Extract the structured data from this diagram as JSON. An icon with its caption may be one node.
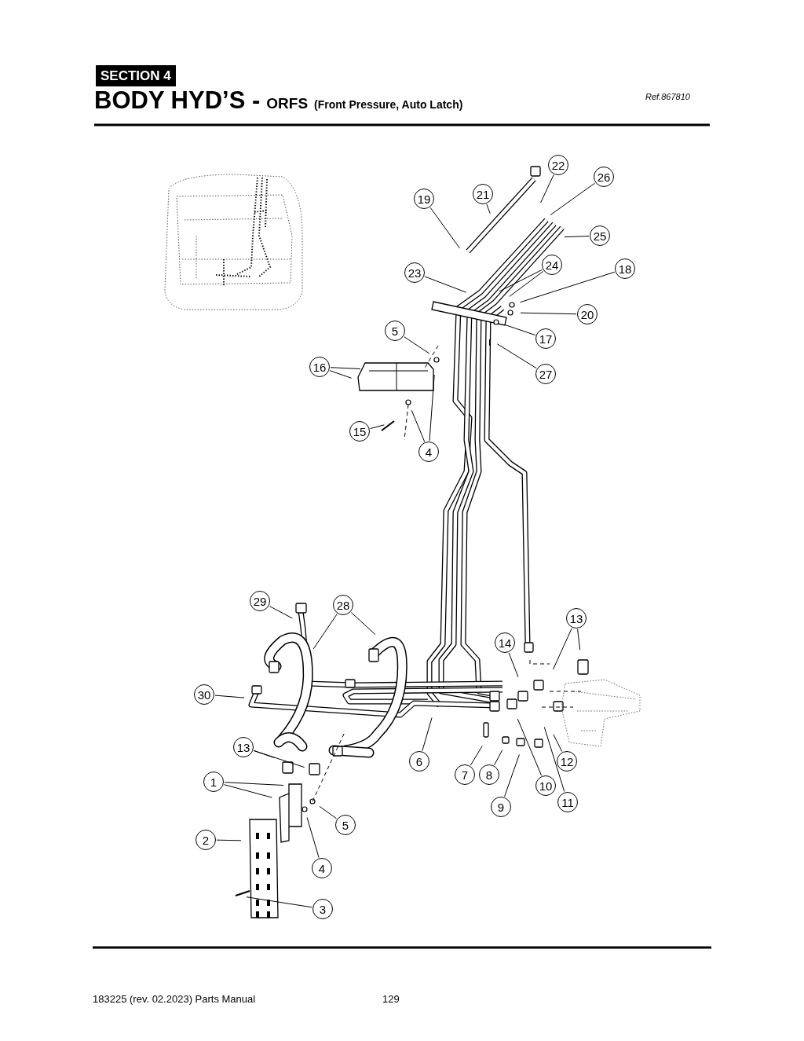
{
  "diagram": {
    "title": "BODY HYD’S -",
    "nodes": [
      {
        "text": [
          "22"
        ]
      },
      {
        "text": [
          "26"
        ]
      },
      {
        "text": [
          "21"
        ]
      },
      {
        "text": [
          "19"
        ]
      },
      {
        "text": [
          "25"
        ]
      },
      {
        "text": [
          "24"
        ]
      },
      {
        "text": [
          "18"
        ]
      },
      {
        "text": [
          "23"
        ]
      },
      {
        "text": [
          "20"
        ]
      },
      {
        "text": [
          "5"
        ]
      },
      {
        "text": [
          "17"
        ]
      },
      {
        "text": [
          "16"
        ]
      },
      {
        "text": [
          "27"
        ]
      },
      {
        "text": [
          "15"
        ]
      },
      {
        "text": [
          "4"
        ]
      },
      {
        "text": [
          "29"
        ]
      },
      {
        "text": [
          "28"
        ]
      },
      {
        "text": [
          "13"
        ]
      },
      {
        "text": [
          "14"
        ]
      },
      {
        "text": [
          "30"
        ]
      },
      {
        "text": [
          "13"
        ]
      },
      {
        "text": [
          "6"
        ]
      },
      {
        "text": [
          "12"
        ]
      },
      {
        "text": [
          "7"
        ]
      },
      {
        "text": [
          "8"
        ]
      },
      {
        "text": [
          "1"
        ]
      },
      {
        "text": [
          "10"
        ]
      },
      {
        "text": [
          "11"
        ]
      },
      {
        "text": [
          "9"
        ]
      },
      {
        "text": [
          "5"
        ]
      },
      {
        "text": [
          "2"
        ]
      },
      {
        "text": [
          "4"
        ]
      },
      {
        "text": [
          "3"
        ]
      }
    ],
    "edges": [
      {
        "from": 0,
        "to": null,
        "arrow": "none"
      },
      {
        "from": 1,
        "to": null,
        "arrow": "none"
      },
      {
        "from": 2,
        "to": null,
        "arrow": "none"
      },
      {
        "from": 3,
        "to": null,
        "arrow": "none"
      },
      {
        "from": 4,
        "to": null,
        "arrow": "none"
      },
      {
        "from": 5,
        "to": null,
        "arrow": "none"
      },
      {
        "from": 5,
        "to": null,
        "arrow": "none"
      },
      {
        "from": 6,
        "to": null,
        "arrow": "none"
      },
      {
        "from": 7,
        "to": null,
        "arrow": "none"
      },
      {
        "from": 8,
        "to": null,
        "arrow": "none"
      },
      {
        "from": 9,
        "to": null,
        "arrow": "none"
      },
      {
        "from": 10,
        "to": null,
        "arrow": "none"
      },
      {
        "from": 11,
        "to": null,
        "arrow": "none"
      },
      {
        "from": 11,
        "to": null,
        "arrow": "none"
      },
      {
        "from": 12,
        "to": null,
        "arrow": "none"
      },
      {
        "from": 13,
        "to": null,
        "arrow": "none"
      },
      {
        "from": 14,
        "to": null,
        "arrow": "none"
      },
      {
        "from": 14,
        "to": null,
        "arrow": "none"
      },
      {
        "from": 15,
        "to": null,
        "arrow": "none"
      },
      {
        "from": 16,
        "to": null,
        "arrow": "none"
      },
      {
        "from": 16,
        "to": null,
        "arrow": "none"
      },
      {
        "from": 17,
        "to": null,
        "arrow": "none"
      },
      {
        "from": 17,
        "to": null,
        "arrow": "none"
      },
      {
        "from": 18,
        "to": null,
        "arrow": "none"
      },
      {
        "from": 19,
        "to": null,
        "arrow": "none"
      },
      {
        "from": 20,
        "to": null,
        "arrow": "none"
      },
      {
        "from": 20,
        "to": null,
        "arrow": "none"
      },
      {
        "from": 21,
        "to": null,
        "arrow": "none"
      },
      {
        "from": 22,
        "to": null,
        "arrow": "none"
      },
      {
        "from": 23,
        "to": null,
        "arrow": "none"
      },
      {
        "from": 24,
        "to": null,
        "arrow": "none"
      },
      {
        "from": 25,
        "to": null,
        "arrow": "none"
      },
      {
        "from": 25,
        "to": null,
        "arrow": "none"
      },
      {
        "from": 26,
        "to": null,
        "arrow": "none"
      },
      {
        "from": 27,
        "to": null,
        "arrow": "none"
      },
      {
        "from": 28,
        "to": null,
        "arrow": "none"
      },
      {
        "from": 29,
        "to": null,
        "arrow": "none"
      },
      {
        "from": 30,
        "to": null,
        "arrow": "none"
      },
      {
        "from": 31,
        "to": null,
        "arrow": "none"
      },
      {
        "from": 32,
        "to": null,
        "arrow": "none"
      }
    ],
    "labels": [
      "SECTION 4",
      "ORFS",
      "(Front Pressure, Auto Latch)",
      "Ref.867810",
      "183225 (rev. 02.2023) Parts Manual",
      "129"
    ]
  }
}
